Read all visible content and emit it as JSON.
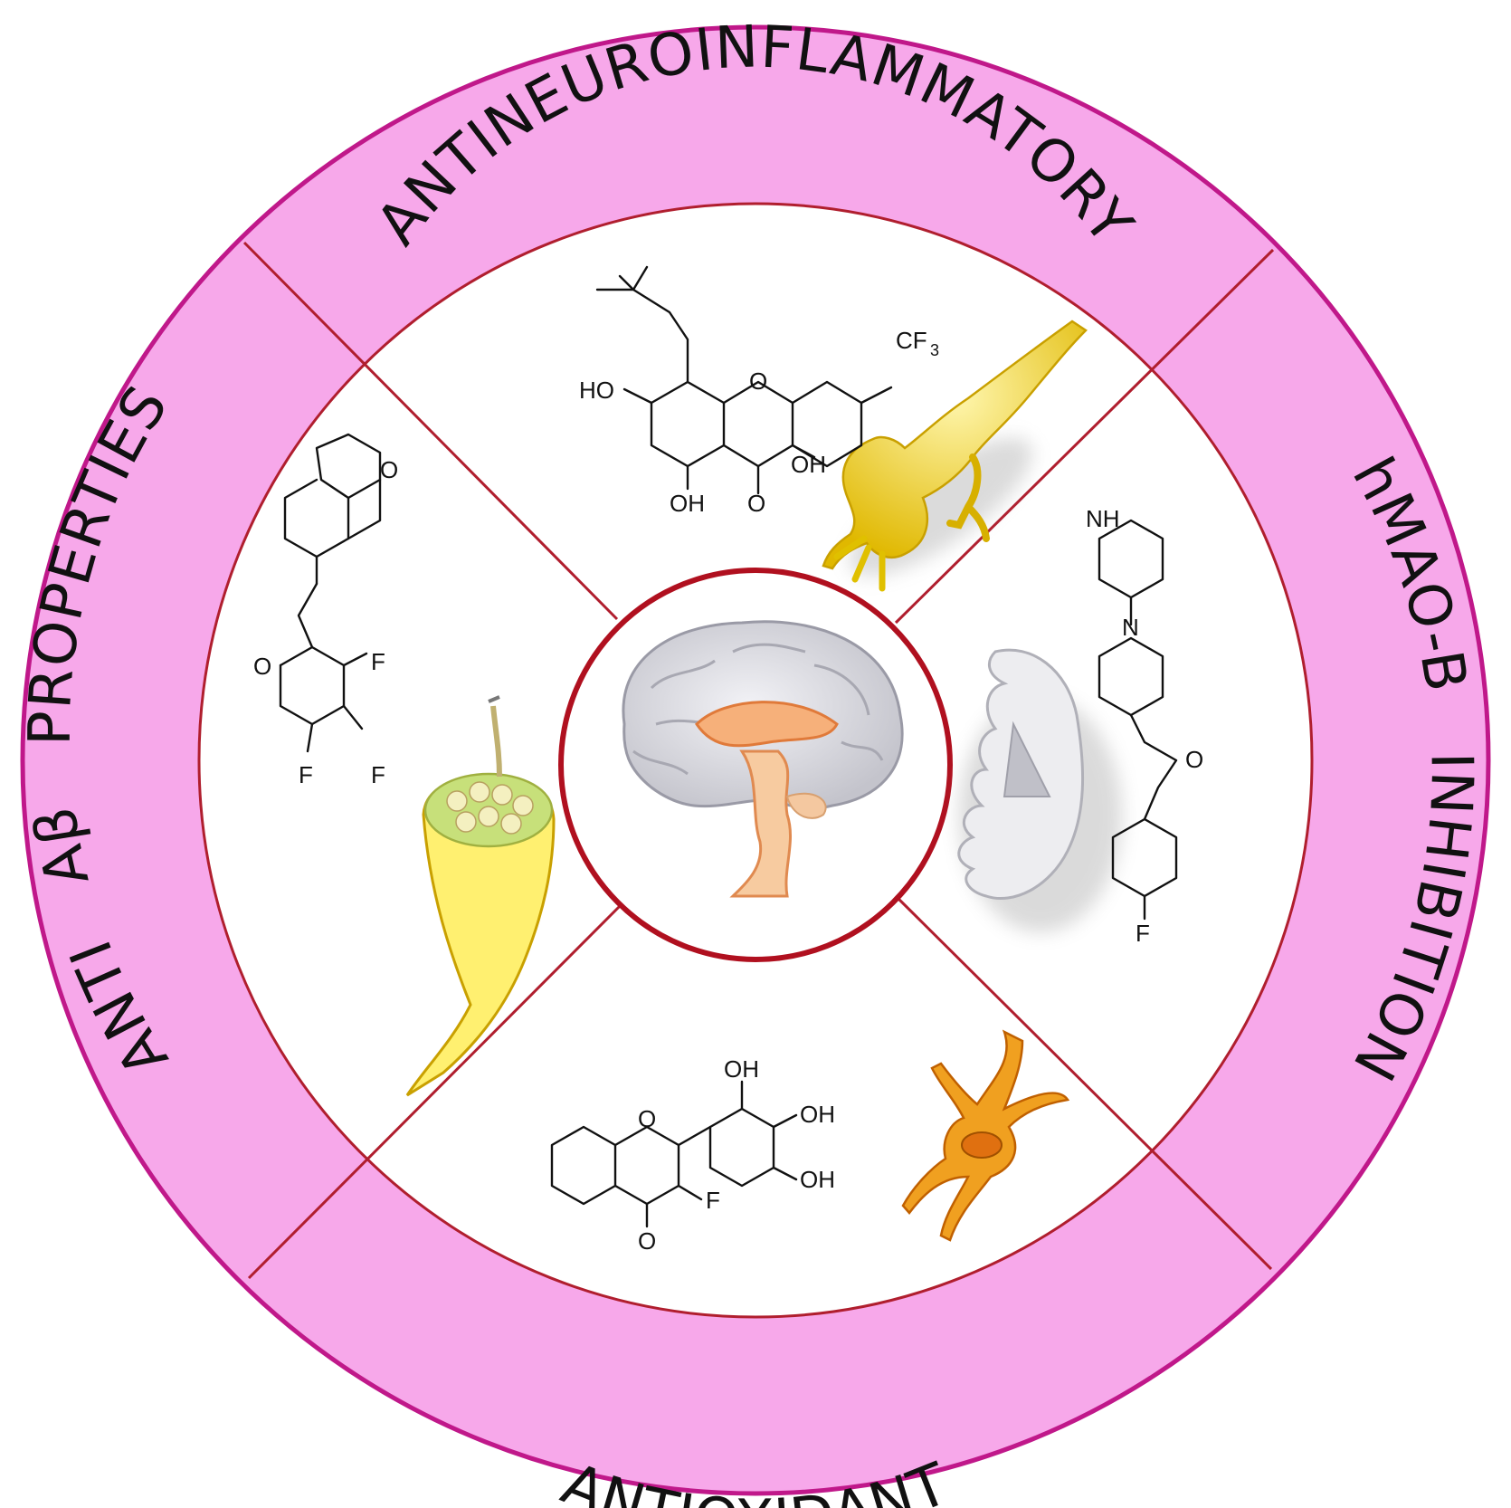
{
  "colors": {
    "ring_fill": "#f7a8ea",
    "ring_stroke": "#c0188a",
    "divider": "#b01e2e",
    "center_ring": "#b0101f",
    "inner_fill": "#ffffff"
  },
  "sectors": {
    "top": {
      "label": "ANTINEUROINFLAMMATORY",
      "icon": "neuron-icon"
    },
    "right": {
      "label_a": "hMAO-B",
      "label_b": "INHIBITION",
      "icon": "brain-coronal-section-icon"
    },
    "bottom": {
      "label": "ANTIOXIDANT",
      "icon": "astrocyte-icon"
    },
    "left": {
      "label_a": "ANTI",
      "label_b": "Aβ",
      "label_c": "PROPERTIES",
      "icon": "nerve-bundle-icon"
    }
  },
  "center": {
    "icon": "brain-sagittal-icon"
  },
  "molecules": {
    "top": {
      "ho": "HO",
      "o": "O",
      "cf": "CF",
      "cf_sub": "3",
      "oh_a": "OH",
      "oh_b": "OH",
      "o_carbonyl": "O"
    },
    "right": {
      "nh": "NH",
      "n": "N",
      "o": "O",
      "f": "F"
    },
    "bottom": {
      "o_ring": "O",
      "oh_1": "OH",
      "oh_2": "OH",
      "oh_3": "OH",
      "f": "F",
      "o_carbonyl": "O"
    },
    "left": {
      "o_ring": "O",
      "o_carbonyl": "O",
      "f_1": "F",
      "f_2": "F",
      "f_3": "F"
    }
  }
}
